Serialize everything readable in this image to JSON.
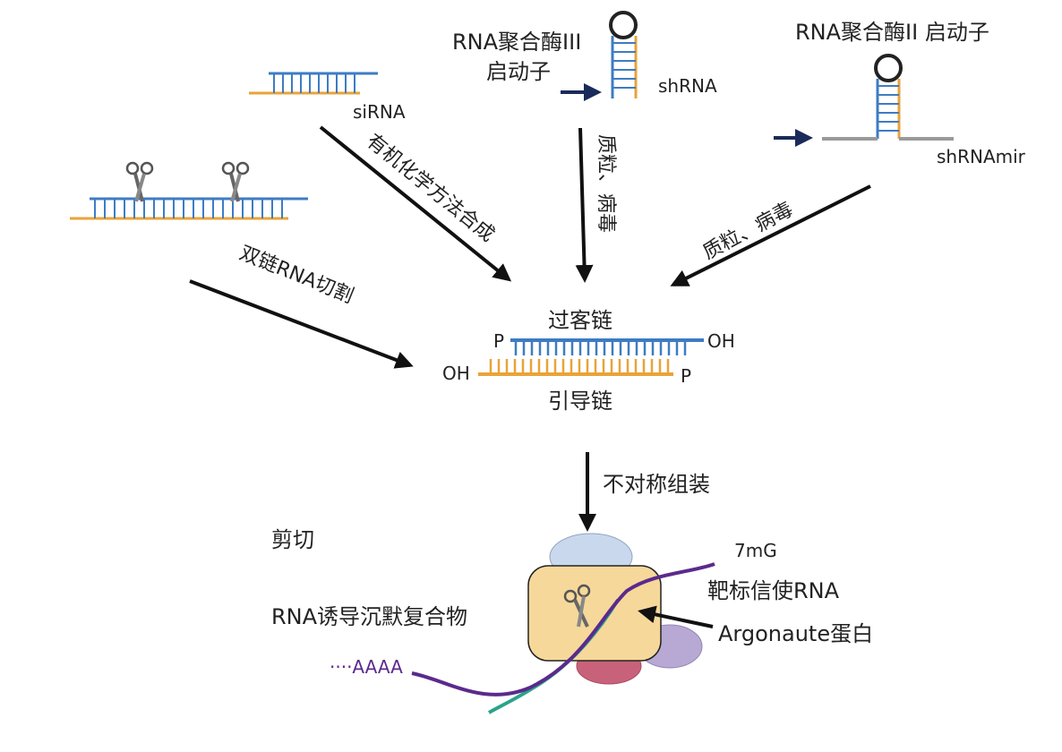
{
  "sources": {
    "sirna": {
      "label": "siRNA",
      "route": "有机化学方法合成"
    },
    "shrna": {
      "promoter_line1": "RNA聚合酶III",
      "promoter_line2": "启动子",
      "label": "shRNA",
      "route": "质粒、病毒"
    },
    "shrnamir": {
      "promoter": "RNA聚合酶II 启动子",
      "label": "shRNAmir",
      "route": "质粒、病毒"
    },
    "dsrna": {
      "route": "双链RNA切割"
    }
  },
  "duplex": {
    "passenger_label": "过客链",
    "guide_label": "引导链",
    "passenger_5p": "P",
    "passenger_3p": "OH",
    "guide_3p": "OH",
    "guide_5p": "P"
  },
  "assembly": {
    "label": "不对称组装"
  },
  "risc": {
    "cut_label": "剪切",
    "complex_label": "RNA诱导沉默复合物",
    "cap_label": "7mG",
    "tail_label": "····AAAA",
    "mrna_label": "靶标信使RNA",
    "argonaute_label": "Argonaute蛋白"
  },
  "colors": {
    "passenger_strand": "#3d7cc4",
    "guide_strand": "#e9a33a",
    "loop": "#222222",
    "mir_backbone": "#9a9a9a",
    "promoter_arrow": "#1a2a5a",
    "mrna": "#5b2a8c",
    "guide_in_risc": "#2aa38a",
    "argonaute_body": "#f6d89a",
    "blob_blue": "#c9d8ec",
    "blob_purple": "#b7a9d4",
    "blob_red": "#c8627a"
  }
}
